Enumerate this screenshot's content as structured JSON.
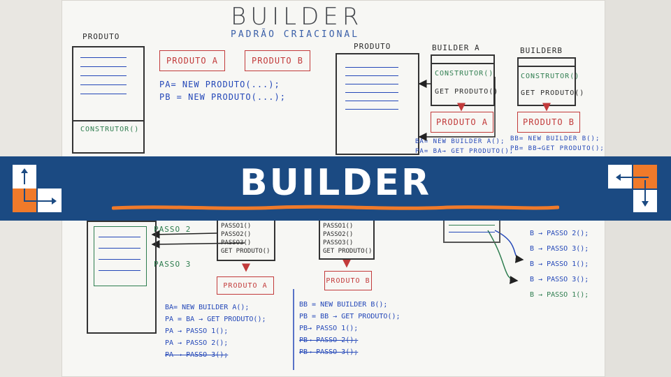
{
  "banner": {
    "title": "BUILDER"
  },
  "board": {
    "heading": "BUILDER",
    "subheading": "PADRÃO CRIACIONAL",
    "left_top": {
      "produto_label": "PRODUTO",
      "construtor": "CONSTRUTOR()",
      "produto_a": "PRODUTO A",
      "produto_b": "PRODUTO B",
      "line_pa": "PA= NEW PRODUTO(...);",
      "line_pb": "PB = NEW PRODUTO(...);"
    },
    "right_top": {
      "produto_label": "PRODUTO",
      "builder_a": "BUILDER A",
      "builder_b": "BUILDERB",
      "construtor": "CONSTRUTOR()",
      "get_produto": "GET PRODUTO()",
      "produto_a": "PRODUTO A",
      "produto_b": "PRODUTO B",
      "ba_line1": "BA= NEW BUILDER A();",
      "ba_line2": "PA= BA→ GET PRODUTO();",
      "bb_line1": "BB= NEW BUILDER B();",
      "bb_line2": "PB= BB→GET PRODUTO();"
    },
    "bottom": {
      "passo2": "PASSO 2",
      "passo3": "PASSO 3",
      "steps_a": [
        "PASSO1()",
        "PASSO2()",
        "PASSO3()",
        "GET PRODUTO()"
      ],
      "steps_b": [
        "PASSO1()",
        "PASSO2()",
        "PASSO3()",
        "GET PRODUTO()"
      ],
      "produto_a": "PRODUTO A",
      "produto_b": "PRODUTO B",
      "code_a": [
        "BA= NEW BUILDER A();",
        "PA = BA → GET PRODUTO();",
        "PA → PASSO 1();",
        "PA → PASSO 2();",
        "PA → PASSO 3();"
      ],
      "code_b": [
        "BB = NEW BUILDER B();",
        "PB = BB → GET PRODUTO();",
        "PB→ PASSO 1();",
        "PB→ PASSO 2();",
        "PB→ PASSO 3();"
      ],
      "right_code": [
        "B → PASSO 2();",
        "B → PASSO 3();",
        "B → PASSO 1();",
        "B → PASSO 3();",
        "B → PASSO 1();"
      ]
    }
  },
  "colors": {
    "banner": "#1b4a82",
    "accent": "#f07a2a",
    "ink_blue": "#2347b8",
    "ink_red": "#c23a3a",
    "ink_green": "#2e7d4f"
  }
}
